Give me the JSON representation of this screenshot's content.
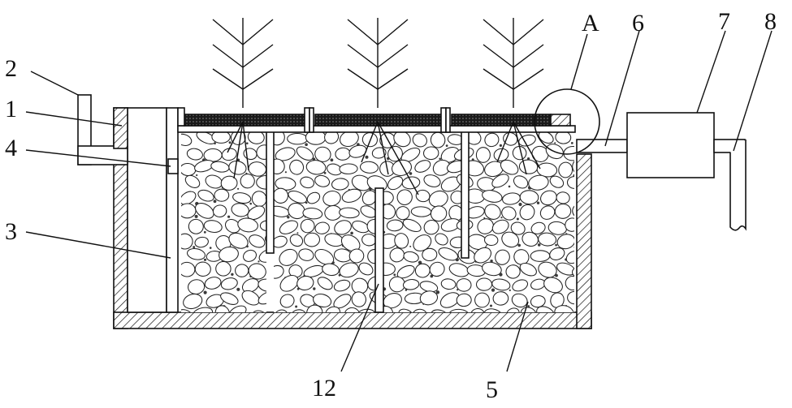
{
  "labels": {
    "l1": "1",
    "l2": "2",
    "l3": "3",
    "l4": "4",
    "l5": "5",
    "l6": "6",
    "l7": "7",
    "l8": "8",
    "l12": "12",
    "lA": "A"
  },
  "colors": {
    "line": "#111111",
    "hatch": "#111111",
    "substrate_layer": "#1a1a1a",
    "background": "#ffffff"
  }
}
